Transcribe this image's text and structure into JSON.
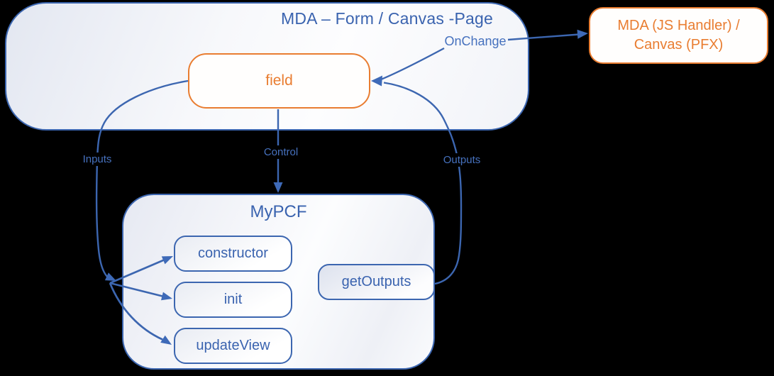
{
  "diagram": {
    "form_page": {
      "title": "MDA – Form / Canvas -Page"
    },
    "field": {
      "label": "field"
    },
    "handler": {
      "line1": "MDA (JS Handler) /",
      "line2": "Canvas (PFX)"
    },
    "mypcf": {
      "title": "MyPCF",
      "methods": [
        "constructor",
        "init",
        "updateView"
      ],
      "get_outputs_label": "getOutputs"
    },
    "arrow_labels": {
      "onchange": "OnChange",
      "inputs": "Inputs",
      "control": "Control",
      "outputs": "Outputs"
    },
    "colors": {
      "blue_stroke": "#3c66b0",
      "blue_text": "#3a63af",
      "label_blue": "#4671be",
      "orange": "#e97d31",
      "background": "#000000"
    }
  }
}
